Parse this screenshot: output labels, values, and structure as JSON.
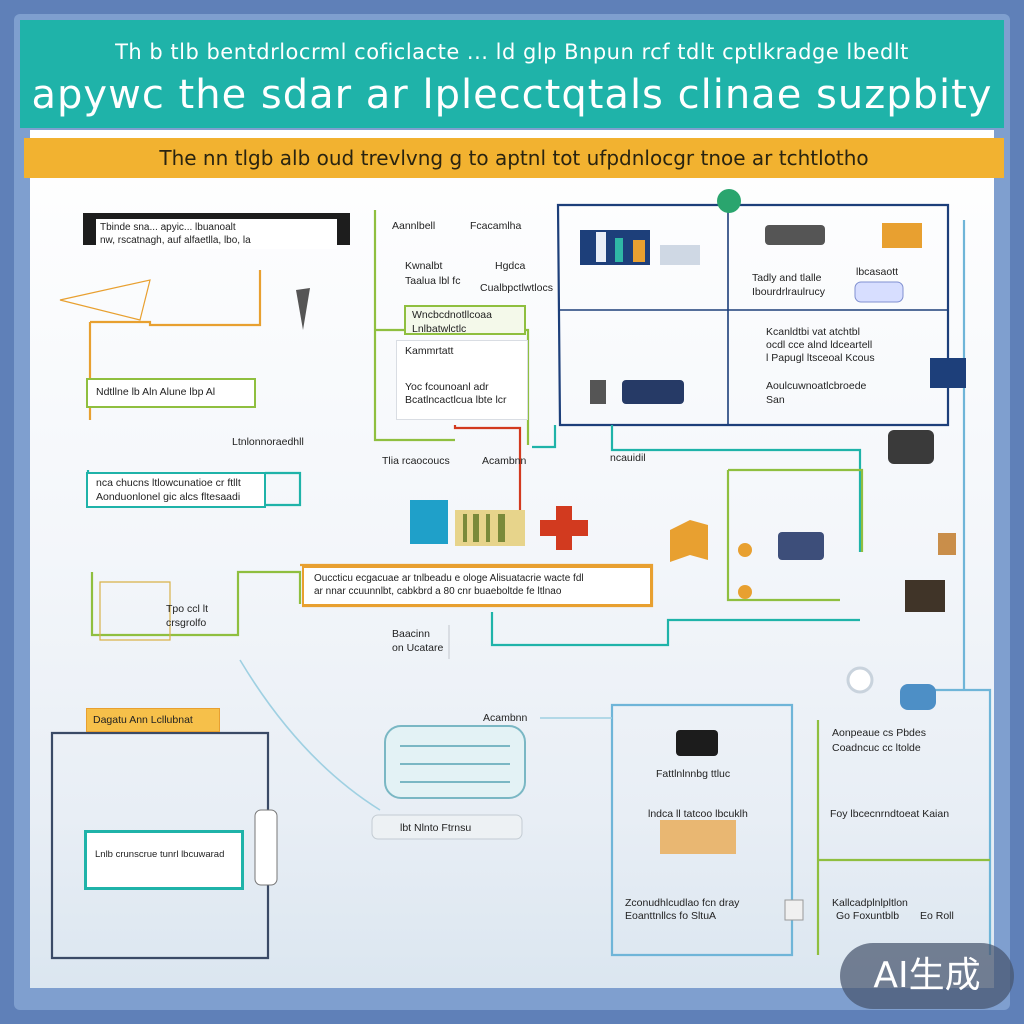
{
  "header": {
    "subtitle": "Th b tlb bentdrlocrml coficlacte ... ld glp Bnpun rcf tdlt cptlkradge lbedlt",
    "title": "apywc the sdar ar lplecctqtals clinae suzpbity"
  },
  "banner": {
    "text": "The nn tlgb alb oud trevlvng g to aptnl tot ufpdnlocgr tnoe ar tchtlotho"
  },
  "colors": {
    "header": "#1fb3a9",
    "banner": "#f2b230",
    "frame": "#5f80b8",
    "teal_line": "#1fb3a9",
    "green_line": "#8fbf3f",
    "navy_line": "#1d3f7a",
    "orange_line": "#e8a030",
    "red_line": "#d23a1f",
    "blue_line": "#6fb5d8"
  },
  "boxes": {
    "top_left_dark": [
      "Tbinde sna... apyic... lbuanoalt",
      "nw, rscatnagh, auf alfaetlla, lbo, la"
    ],
    "left_a": "Ndtllne lb Aln Alune lbp Al",
    "left_b_heading": "Ltnlonnoraedhll",
    "left_b": [
      "nca chucns ltlowcunatioe cr ftllt",
      "Aonduonlonel gic alcs fltesaadi"
    ],
    "left_c": [
      "Tpo ccl lt",
      "crsgrolfo"
    ],
    "center_wide": [
      "Ouccticu ecgacuae ar tnlbeadu e ologe Alisuatacrie wacte fdl",
      "ar nnar ccuunnlbt, cabkbrd a 80 cnr buaeboltde fe ltlnao"
    ],
    "center_green": [
      "Wncbcdnotllcoaa",
      "Lnlbatwlctlc"
    ],
    "center_text_box": [
      "Kammrtatt",
      "Yoc fcounoanl adr",
      "Bcatlncactlcua lbte lcr"
    ],
    "center_small": [
      "Baacinn",
      "on Ucatare"
    ],
    "left_tag": "Dagatu Ann Lcllubnat",
    "lower_left_bar": "Lnlb crunscrue tunrl lbcuwarad",
    "right_top_items": [
      "Tadly and tlalle Ibourdrlraulrucy",
      "lbcasaott",
      "Kcanldtbi vat atchtbl",
      "ocdl cce alnd ldceartell",
      "l Papugl ltsceoal Kcous",
      "Aoulcuwnoatlcbroede",
      "San"
    ],
    "right_center_small": "ncauidil",
    "center_top_lists": [
      "Aannlbell",
      "Fcacamlha",
      "Kwnalbt",
      "Taalua lbl fc",
      "Hgdca",
      "Cualbpctlwtlocs",
      "Tlia rcaocoucs"
    ],
    "bottom_right_items": [
      "Aonpeaue cs Pbdes",
      "Coadncuc cc ltolde",
      "Fattlnlnnbg ttluc",
      "lndca ll tatcoo lbcuklh",
      "Foy lbcecnrndtoeat Kaian",
      "Zconudhlcudlao fcn dray",
      "Eoanttnllcs fo SltuA",
      "Kallcadplnlpltlon",
      "Go Foxuntblb",
      "Eo Roll"
    ],
    "bottom_center_label": "lbt Nlnto Ftrnsu",
    "bottom_center_tag": "Acambnn"
  }
}
